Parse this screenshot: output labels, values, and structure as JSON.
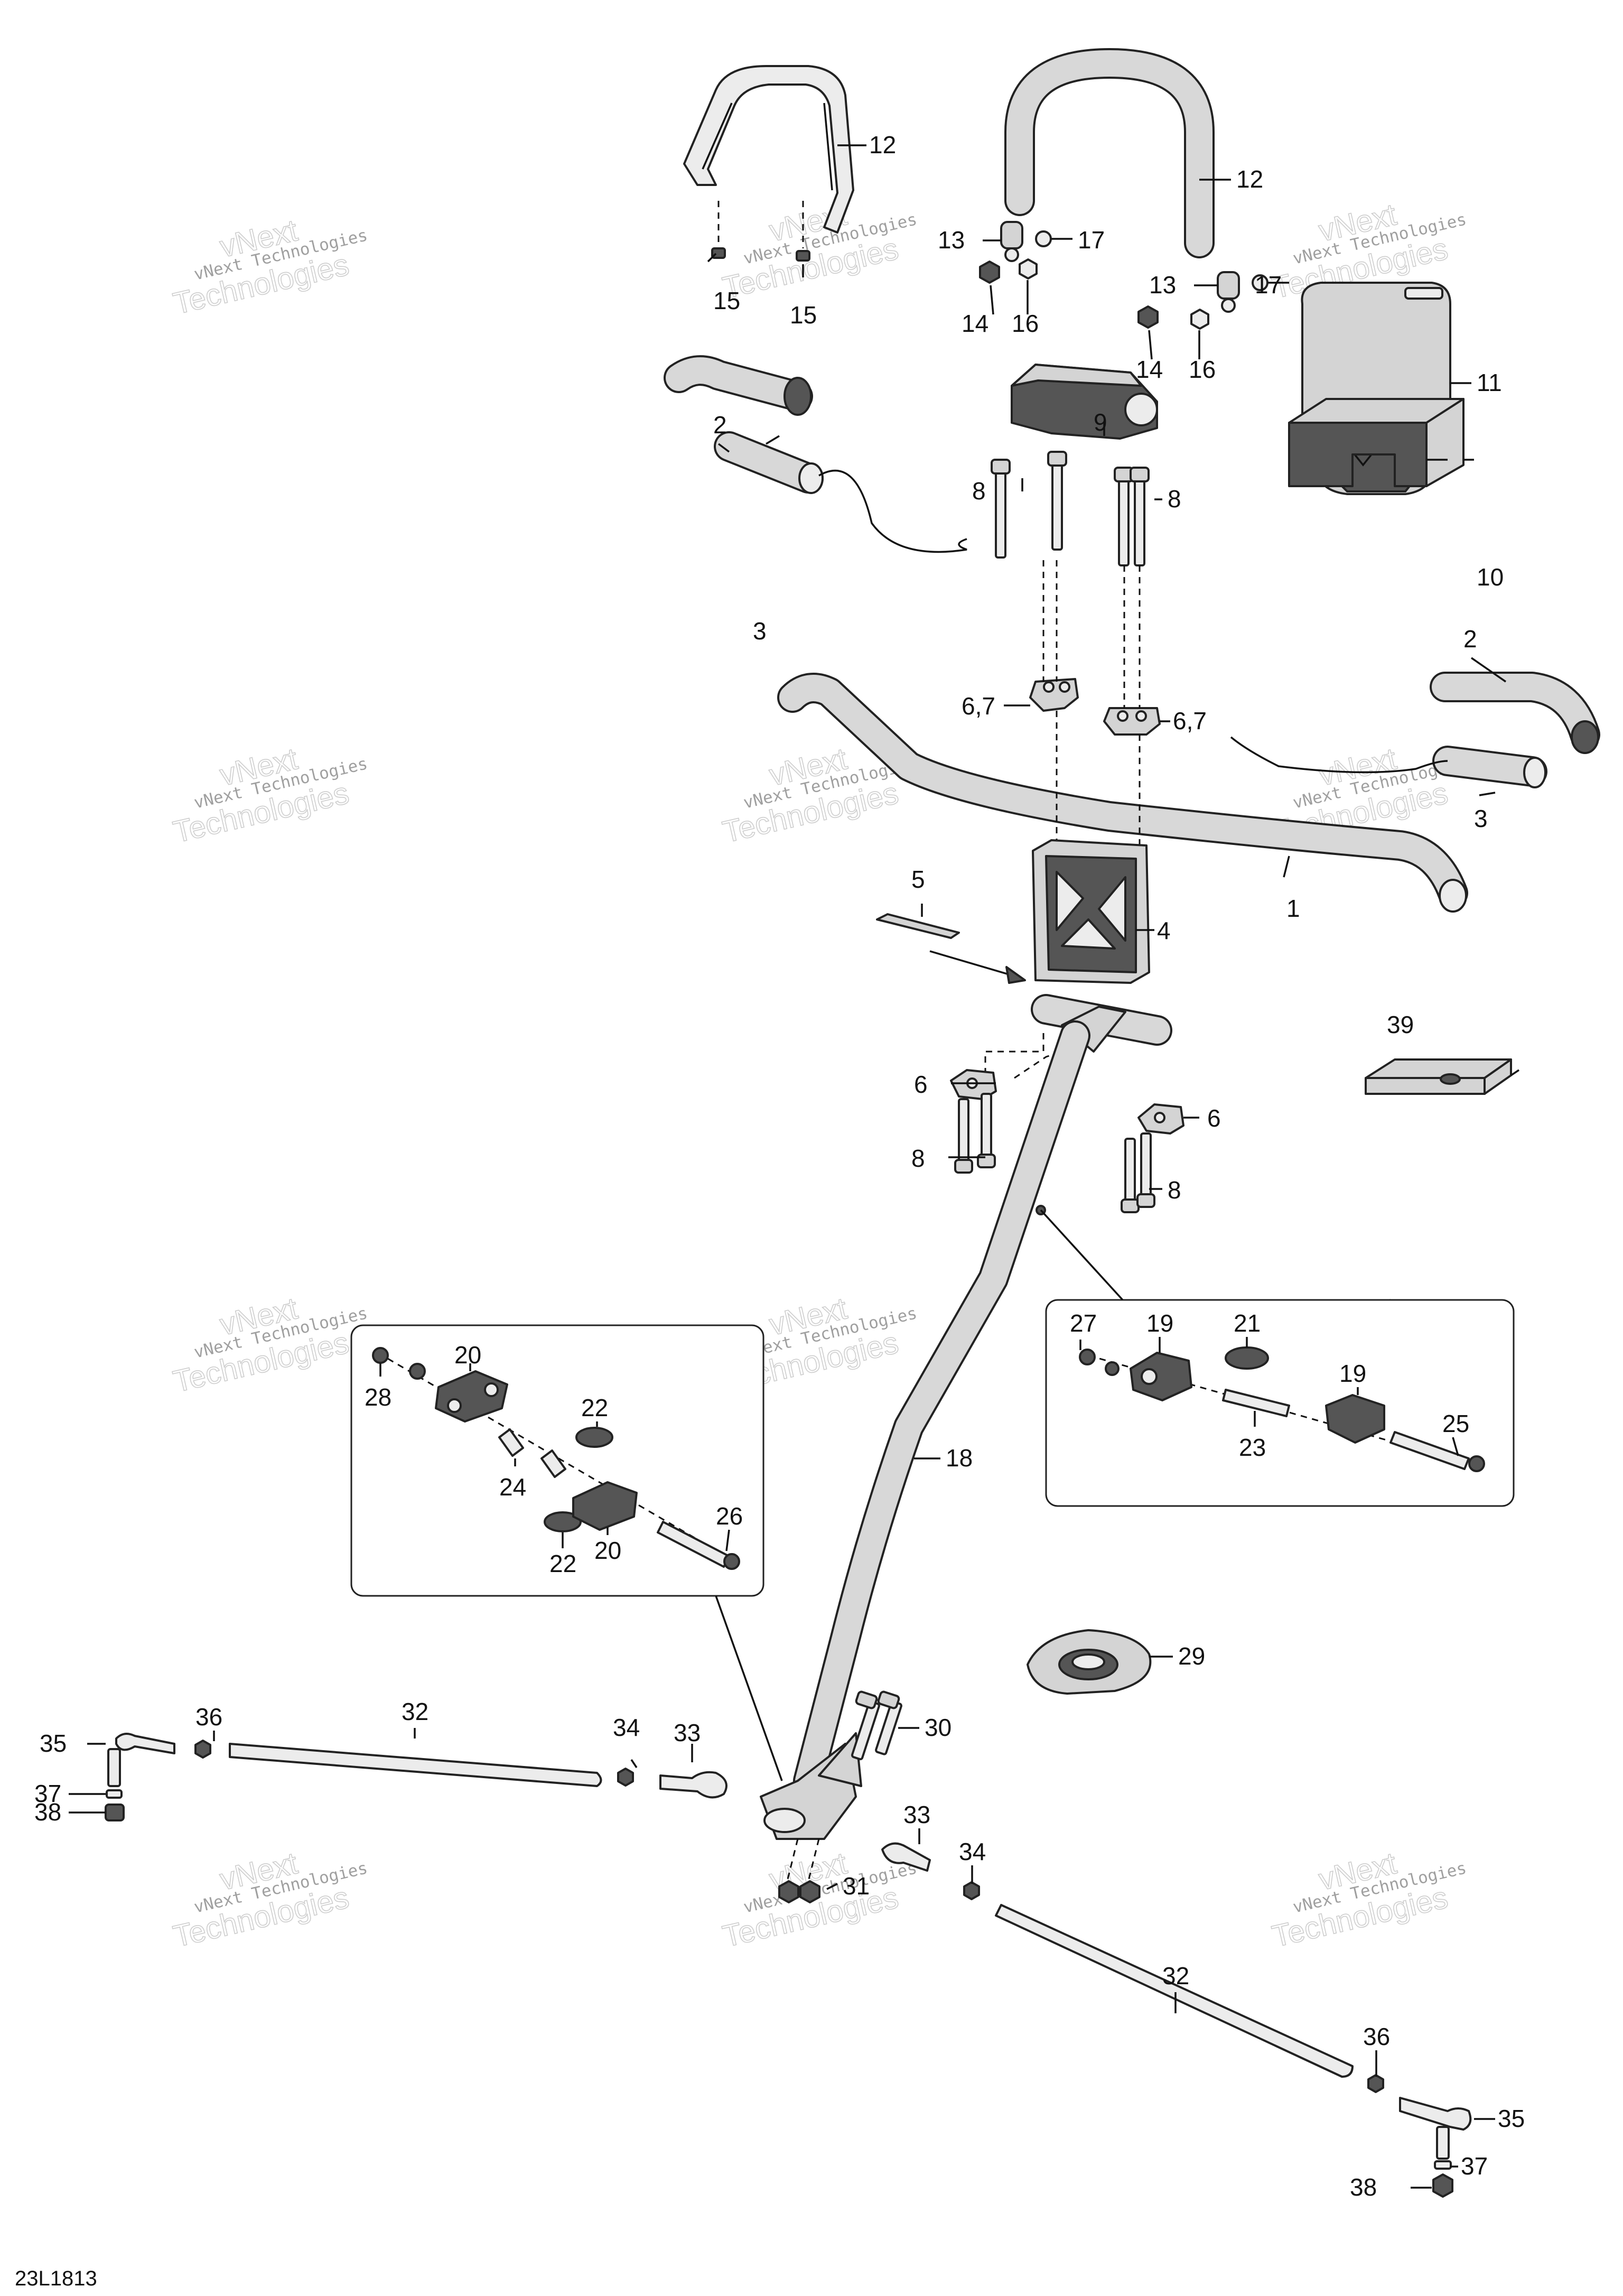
{
  "diagram_code": "23L1813",
  "watermark": {
    "line1": "vNext Technologies",
    "line2": "Technologies",
    "line_top": "vNext"
  },
  "callouts": [
    {
      "id": "c1",
      "text": "1"
    },
    {
      "id": "c2a",
      "text": "2"
    },
    {
      "id": "c2b",
      "text": "2"
    },
    {
      "id": "c3a",
      "text": "3"
    },
    {
      "id": "c3b",
      "text": "3"
    },
    {
      "id": "c4",
      "text": "4"
    },
    {
      "id": "c5",
      "text": "5"
    },
    {
      "id": "c67a",
      "text": "6,7"
    },
    {
      "id": "c67b",
      "text": "6,7"
    },
    {
      "id": "c6a",
      "text": "6"
    },
    {
      "id": "c6b",
      "text": "6"
    },
    {
      "id": "c8a",
      "text": "8"
    },
    {
      "id": "c8b",
      "text": "8"
    },
    {
      "id": "c8c",
      "text": "8"
    },
    {
      "id": "c8d",
      "text": "8"
    },
    {
      "id": "c9",
      "text": "9"
    },
    {
      "id": "c10",
      "text": "10"
    },
    {
      "id": "c11",
      "text": "11"
    },
    {
      "id": "c12a",
      "text": "12"
    },
    {
      "id": "c12b",
      "text": "12"
    },
    {
      "id": "c13a",
      "text": "13"
    },
    {
      "id": "c13b",
      "text": "13"
    },
    {
      "id": "c14a",
      "text": "14"
    },
    {
      "id": "c14b",
      "text": "14"
    },
    {
      "id": "c15a",
      "text": "15"
    },
    {
      "id": "c15b",
      "text": "15"
    },
    {
      "id": "c16a",
      "text": "16"
    },
    {
      "id": "c16b",
      "text": "16"
    },
    {
      "id": "c17a",
      "text": "17"
    },
    {
      "id": "c17b",
      "text": "17"
    },
    {
      "id": "c18",
      "text": "18"
    },
    {
      "id": "c19a",
      "text": "19"
    },
    {
      "id": "c19b",
      "text": "19"
    },
    {
      "id": "c20a",
      "text": "20"
    },
    {
      "id": "c20b",
      "text": "20"
    },
    {
      "id": "c21",
      "text": "21"
    },
    {
      "id": "c22a",
      "text": "22"
    },
    {
      "id": "c22b",
      "text": "22"
    },
    {
      "id": "c23",
      "text": "23"
    },
    {
      "id": "c24",
      "text": "24"
    },
    {
      "id": "c25",
      "text": "25"
    },
    {
      "id": "c26",
      "text": "26"
    },
    {
      "id": "c27",
      "text": "27"
    },
    {
      "id": "c28",
      "text": "28"
    },
    {
      "id": "c29",
      "text": "29"
    },
    {
      "id": "c30",
      "text": "30"
    },
    {
      "id": "c31",
      "text": "31"
    },
    {
      "id": "c32a",
      "text": "32"
    },
    {
      "id": "c32b",
      "text": "32"
    },
    {
      "id": "c33a",
      "text": "33"
    },
    {
      "id": "c33b",
      "text": "33"
    },
    {
      "id": "c34a",
      "text": "34"
    },
    {
      "id": "c34b",
      "text": "34"
    },
    {
      "id": "c35a",
      "text": "35"
    },
    {
      "id": "c35b",
      "text": "35"
    },
    {
      "id": "c36a",
      "text": "36"
    },
    {
      "id": "c36b",
      "text": "36"
    },
    {
      "id": "c37a",
      "text": "37"
    },
    {
      "id": "c37b",
      "text": "37"
    },
    {
      "id": "c38a",
      "text": "38"
    },
    {
      "id": "c38b",
      "text": "38"
    },
    {
      "id": "c39",
      "text": "39"
    }
  ]
}
